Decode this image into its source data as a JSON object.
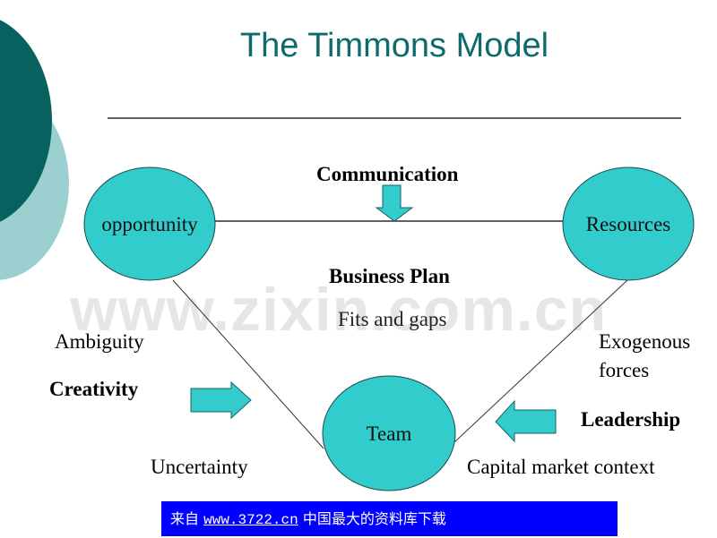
{
  "slide": {
    "title": "The Timmons Model",
    "colors": {
      "title": "#0e6b6b",
      "node_fill": "#33cccc",
      "deco_dark": "#07625f",
      "deco_light": "#9ccfd0",
      "banner_bg": "#0000ff"
    }
  },
  "diagram": {
    "nodes": {
      "opportunity": "opportunity",
      "resources": "Resources",
      "team": "Team"
    },
    "labels": {
      "communication": "Communication",
      "business_plan": "Business Plan",
      "fits_and_gaps": "Fits and gaps",
      "ambiguity": "Ambiguity",
      "creativity": "Creativity",
      "uncertainty": "Uncertainty",
      "exogenous_forces_line1": "Exogenous",
      "exogenous_forces_line2": "forces",
      "leadership": "Leadership",
      "capital_market_context": "Capital market context"
    },
    "arrows": {
      "communication": "arrow-down",
      "creativity": "arrow-right",
      "leadership": "arrow-left"
    }
  },
  "watermark": "www.zixin.com.cn",
  "banner": {
    "prefix": "来自",
    "link": "www.3722.cn",
    "suffix": "中国最大的资料库下载"
  }
}
